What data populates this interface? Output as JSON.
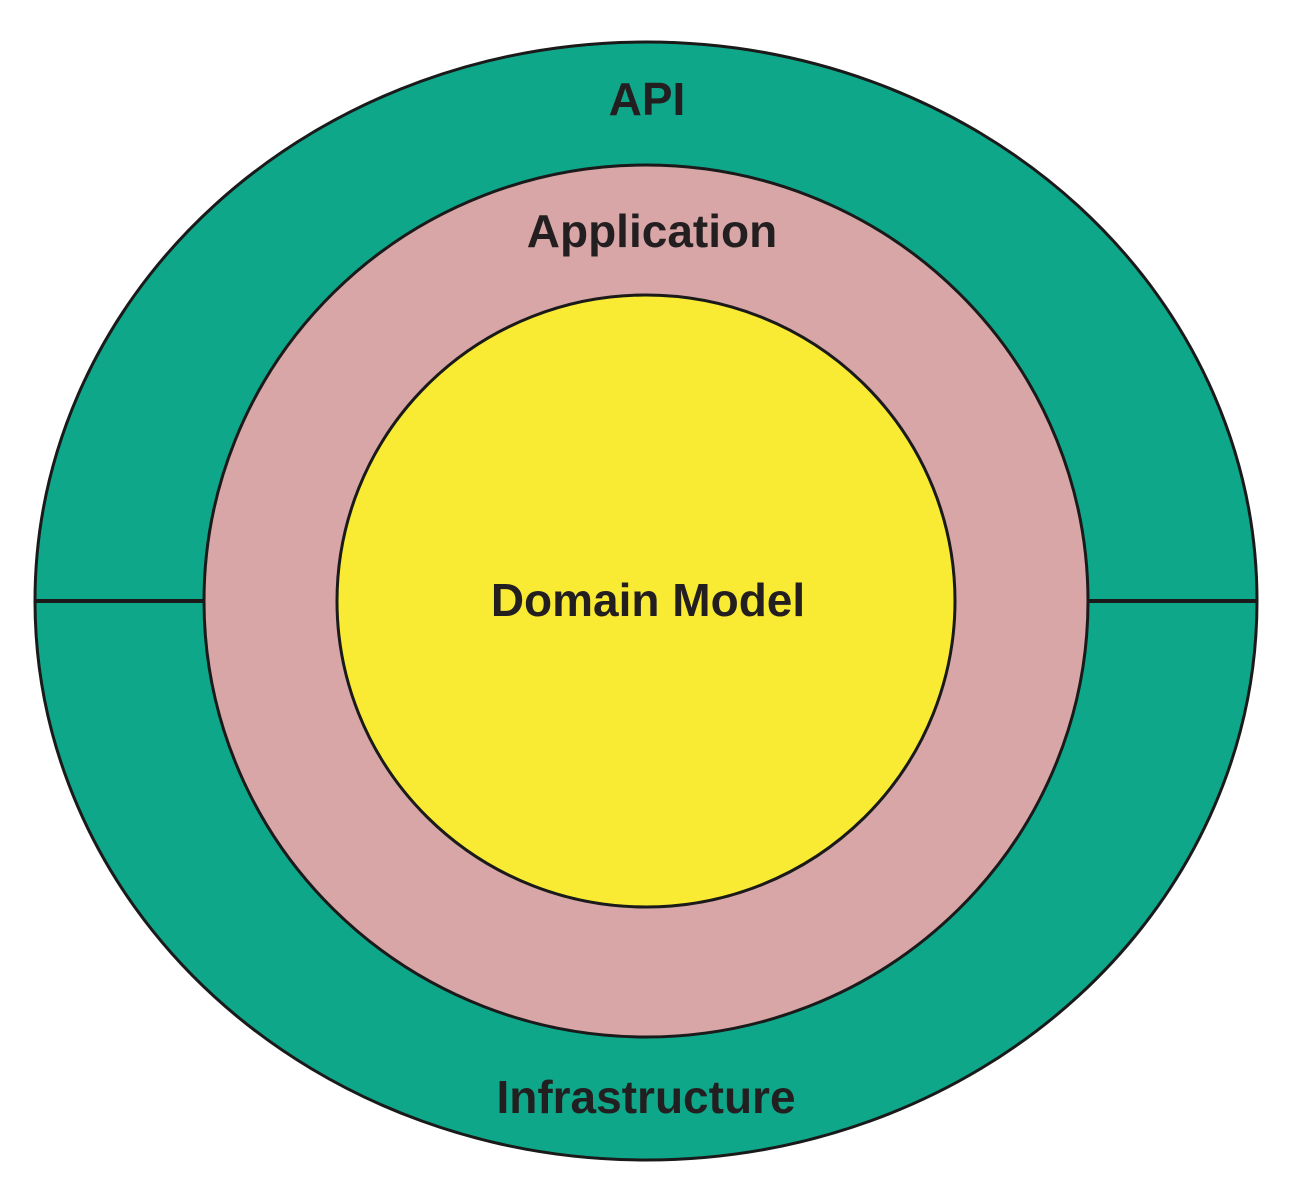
{
  "diagram": {
    "kind": "onion-architecture",
    "layers": [
      {
        "label": "API",
        "ring": "outer-top"
      },
      {
        "label": "Application",
        "ring": "middle"
      },
      {
        "label": "Domain Model",
        "ring": "center"
      },
      {
        "label": "Infrastructure",
        "ring": "outer-bottom"
      }
    ]
  },
  "colors": {
    "outer_ring": "#0FA78A",
    "middle_ring": "#D9A6A7",
    "inner_circle": "#F9EB33",
    "outline": "#1A1A1A",
    "label_text": "#231F20"
  }
}
